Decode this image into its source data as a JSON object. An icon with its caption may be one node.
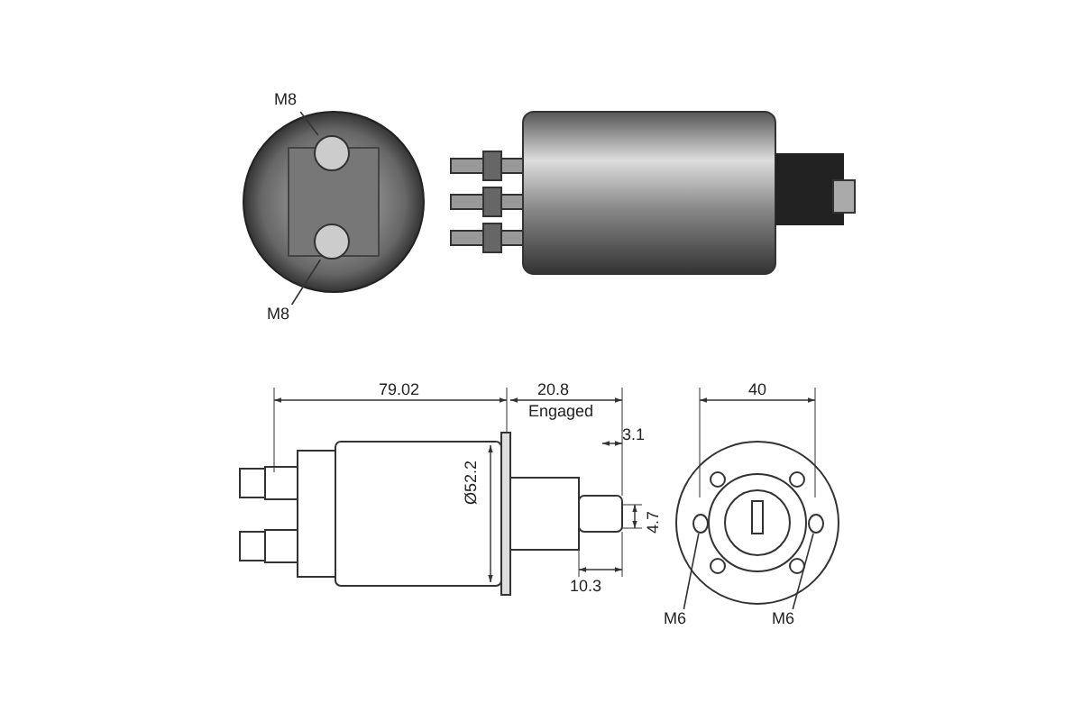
{
  "diagram": {
    "nodes": [
      {
        "text": [
          "M8"
        ]
      },
      {
        "text": [],
        "shape": "circle"
      },
      {
        "text": [
          "M8"
        ]
      },
      {
        "text": [],
        "shape": "circle"
      },
      {
        "text": [
          "M6"
        ]
      },
      {
        "text": [],
        "shape": "circle"
      },
      {
        "text": [
          "M6"
        ]
      },
      {
        "text": [],
        "shape": "circle"
      }
    ],
    "edges": [
      {
        "from": 0,
        "to": 1,
        "arrow": "none"
      },
      {
        "from": 2,
        "to": 3,
        "arrow": "none"
      },
      {
        "from": 4,
        "to": 5,
        "arrow": "none"
      },
      {
        "from": 6,
        "to": 7,
        "arrow": "none"
      }
    ],
    "labels": [
      "79.02",
      "20.8",
      "Engaged",
      "3.1",
      "Ø52.2",
      "4.7",
      "10.3",
      "40"
    ]
  }
}
